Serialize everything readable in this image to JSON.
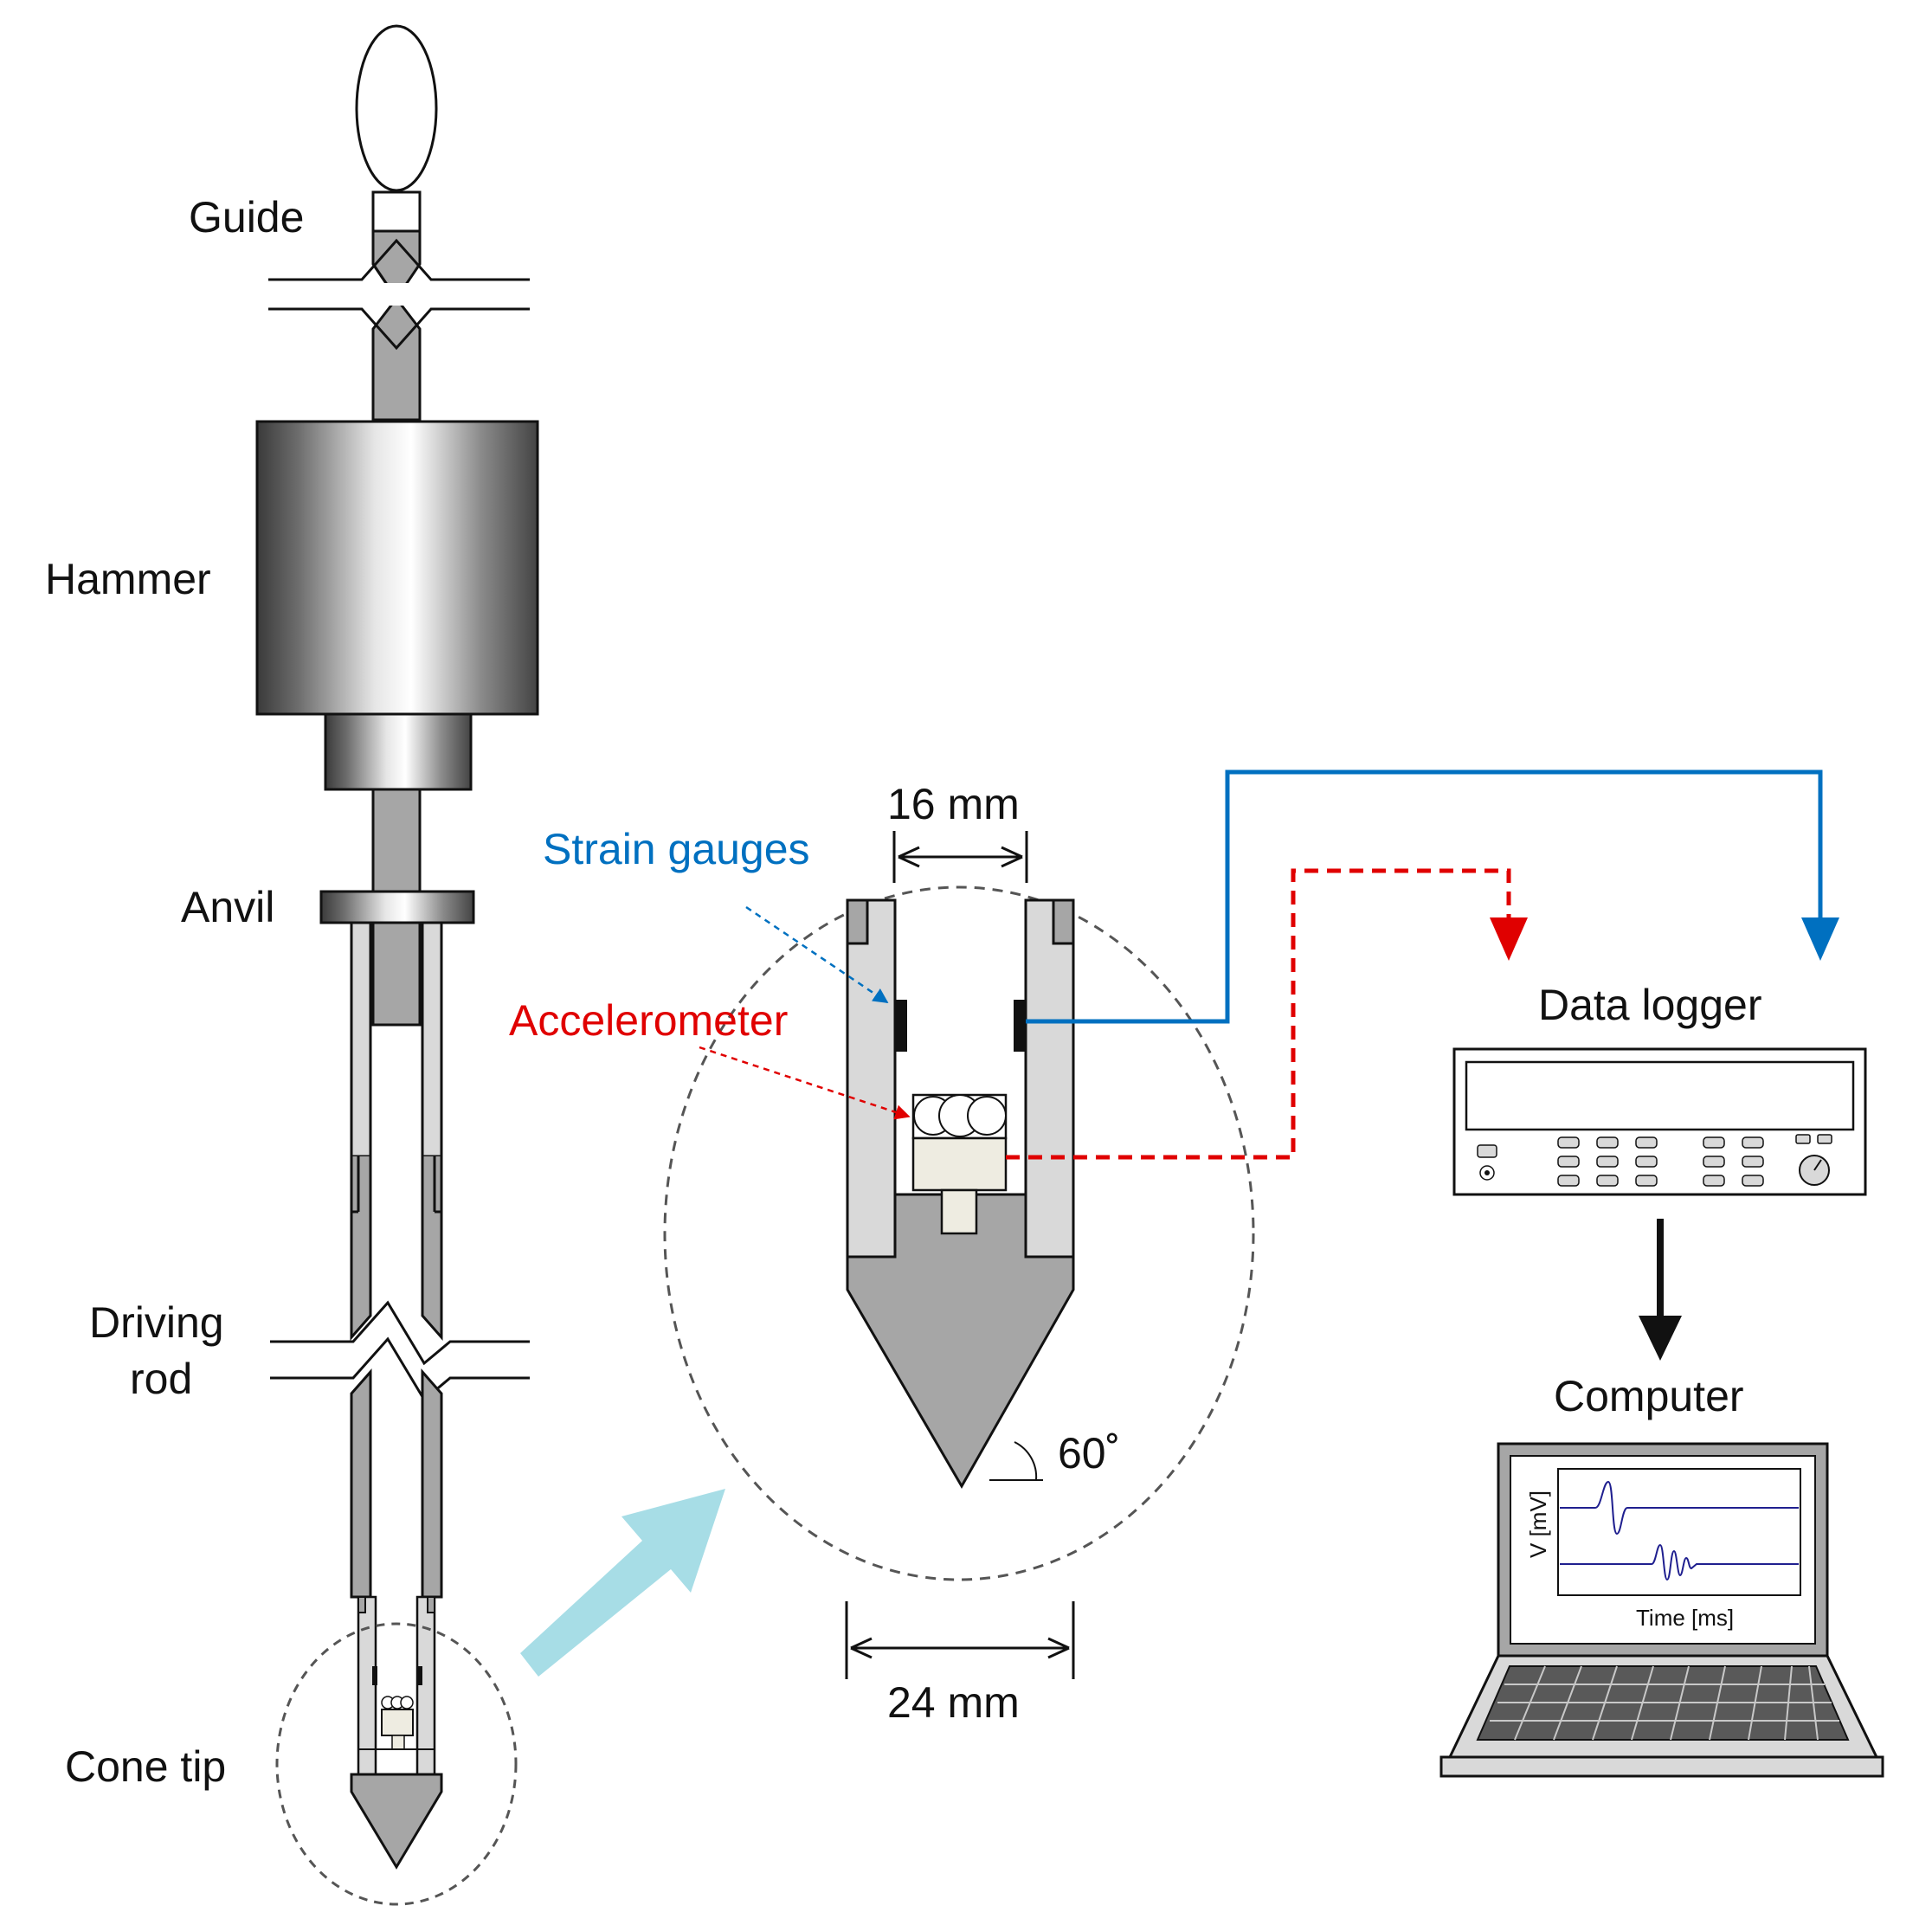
{
  "labels": {
    "guide": "Guide",
    "hammer": "Hammer",
    "anvil": "Anvil",
    "driving_rod_line1": "Driving",
    "driving_rod_line2": "rod",
    "cone_tip": "Cone tip",
    "strain_gauges": "Strain gauges",
    "accelerometer": "Accelerometer",
    "data_logger": "Data logger",
    "computer": "Computer"
  },
  "dimensions": {
    "inner_width": "16 mm",
    "outer_width": "24 mm",
    "cone_angle": "60˚"
  },
  "screen_plot": {
    "ylabel": "V [mV]",
    "xlabel": "Time [ms]"
  },
  "colors": {
    "strain_signal": "#0070c0",
    "accel_signal": "#e00000",
    "zoom_arrow": "#a7dde6",
    "steel": "#a6a6a6",
    "sleeve": "#d9d9d9"
  }
}
